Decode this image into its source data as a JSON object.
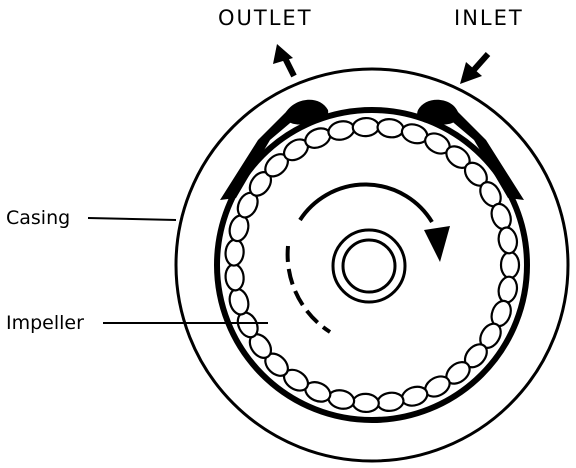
{
  "labels": {
    "outlet": "OUTLET",
    "inlet": "INLET",
    "casing": "Casing",
    "impeller": "Impeller"
  },
  "colors": {
    "ink": "#000000",
    "background": "#ffffff"
  },
  "impeller": {
    "vane_count": 35
  }
}
